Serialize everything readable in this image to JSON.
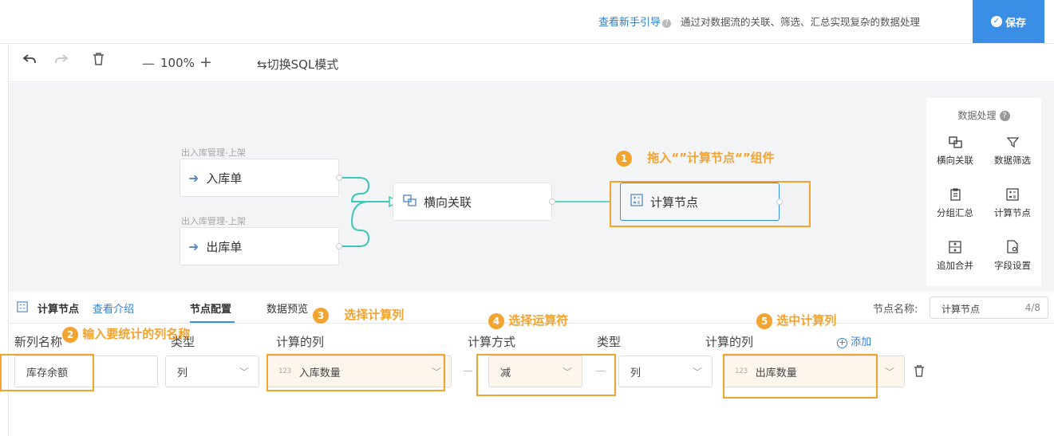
{
  "topbar": {
    "guide_link": "查看新手引导",
    "guide_desc": "通过对数据流的关联、筛选、汇总实现复杂的数据处理",
    "save_label": "保存"
  },
  "toolbar": {
    "zoom": "100%",
    "sql_toggle": "⇆切换SQL模式"
  },
  "canvas": {
    "nodes": [
      {
        "source": "出入库管理-上架",
        "label": "入库单"
      },
      {
        "source": "出入库管理-上架",
        "label": "出库单"
      },
      {
        "label": "横向关联"
      },
      {
        "label": "计算节点"
      }
    ]
  },
  "panel": {
    "title": "数据处理",
    "items": [
      "横向关联",
      "数据筛选",
      "分组汇总",
      "计算节点",
      "追加合并",
      "字段设置"
    ]
  },
  "annotations": [
    {
      "num": "1",
      "text": "拖入“”计算节点“”组件"
    },
    {
      "num": "2",
      "text": "输入要统计的列名称"
    },
    {
      "num": "3",
      "text": "选择计算列"
    },
    {
      "num": "4",
      "text": "选择运算符"
    },
    {
      "num": "5",
      "text": "选中计算列"
    }
  ],
  "config": {
    "node_type": "计算节点",
    "intro_link": "查看介绍",
    "tabs": [
      "节点配置",
      "数据预览"
    ],
    "node_name_label": "节点名称:",
    "node_name_value": "计算节点",
    "node_name_count": "4/8",
    "headers": {
      "new_col": "新列名称",
      "type": "类型",
      "calc_col": "计算的列",
      "method": "计算方式",
      "type2": "类型",
      "calc_col2": "计算的列",
      "add": "添加"
    },
    "values": {
      "new_col": "库存余额",
      "type": "列",
      "calc_col": "入库数量",
      "method": "减",
      "type2": "列",
      "calc_col2": "出库数量",
      "badge": "123"
    }
  },
  "colors": {
    "accent": "#3a8ee6",
    "annotation": "#f3a32f",
    "edge": "#3cc7b6"
  }
}
